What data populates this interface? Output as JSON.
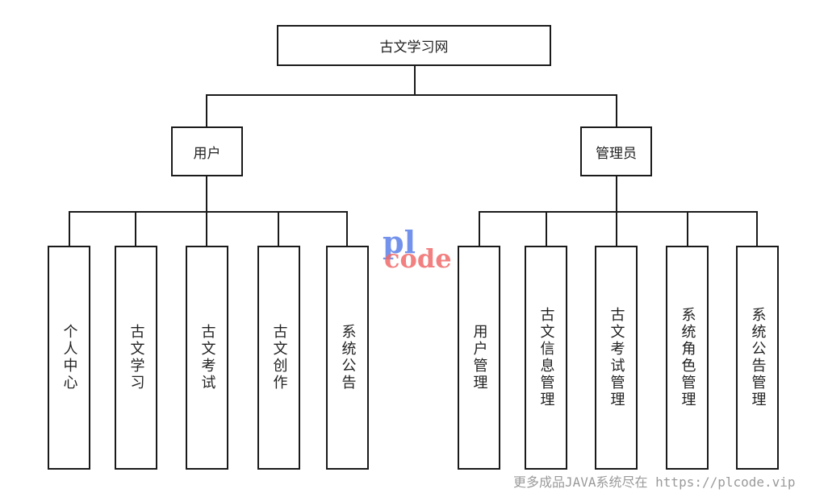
{
  "root": {
    "label": "古文学习网"
  },
  "branches": [
    {
      "label": "用户",
      "children": [
        "个人中心",
        "古文学习",
        "古文考试",
        "古文创作",
        "系统公告"
      ]
    },
    {
      "label": "管理员",
      "children": [
        "用户管理",
        "古文信息管理",
        "古文考试管理",
        "系统角色管理",
        "系统公告管理"
      ]
    }
  ],
  "watermark": {
    "logo_top": "pl",
    "logo_bottom": "code",
    "text": "更多成品JAVA系统尽在 https://plcode.vip"
  }
}
